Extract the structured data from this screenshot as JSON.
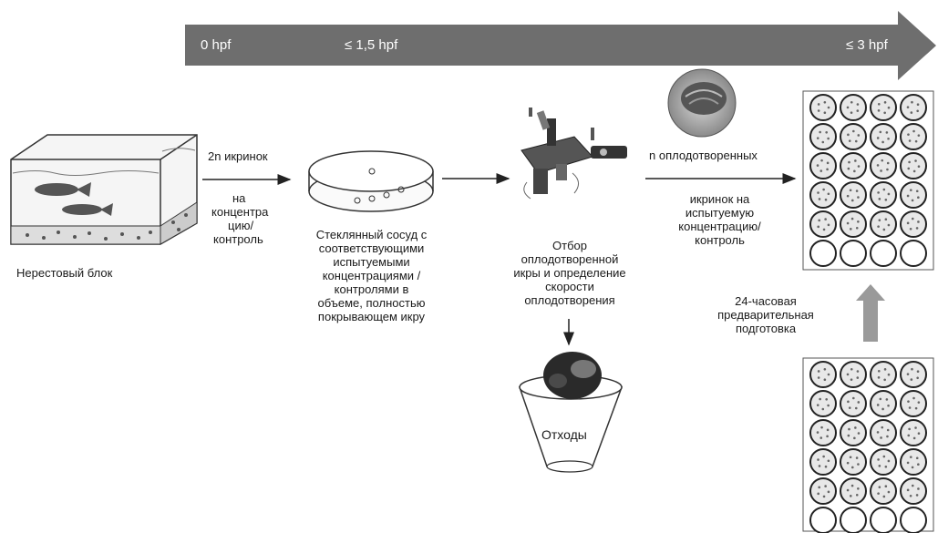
{
  "timeline": {
    "labels": [
      "0 hpf",
      "≤ 1,5 hpf",
      "≤ 3 hpf"
    ],
    "color": "#6e6e6e"
  },
  "steps": {
    "spawn_block": "Нерестовый блок",
    "arrow1": [
      "2n икринок",
      "на",
      "концентра",
      "цию/",
      "контроль"
    ],
    "vessel": [
      "Стеклянный сосуд с",
      "соответствующими",
      "испытуемыми",
      "концентрациями /",
      "контролями в",
      "объеме, полностью",
      "покрывающем икру"
    ],
    "selection": [
      "Отбор",
      "оплодотворенной",
      "икры и определение",
      "скорости",
      "оплодотворения"
    ],
    "arrow3_top": "n оплодотворенных",
    "arrow3_bottom": [
      "икринок на",
      "испытуемую",
      "концентрацию/",
      "контроль"
    ],
    "waste": "Отходы",
    "pretreatment": [
      "24-часовая",
      "предварительная",
      "подготовка"
    ]
  },
  "colors": {
    "arrow": "#222222",
    "up_arrow": "#9a9a9a",
    "well_fill": "#e8e8e8"
  },
  "icons": [
    "aquarium-icon",
    "fish-icon",
    "glass-vessel-icon",
    "microscope-icon",
    "embryo-icon",
    "waste-cup-icon",
    "well-plate-icon"
  ]
}
